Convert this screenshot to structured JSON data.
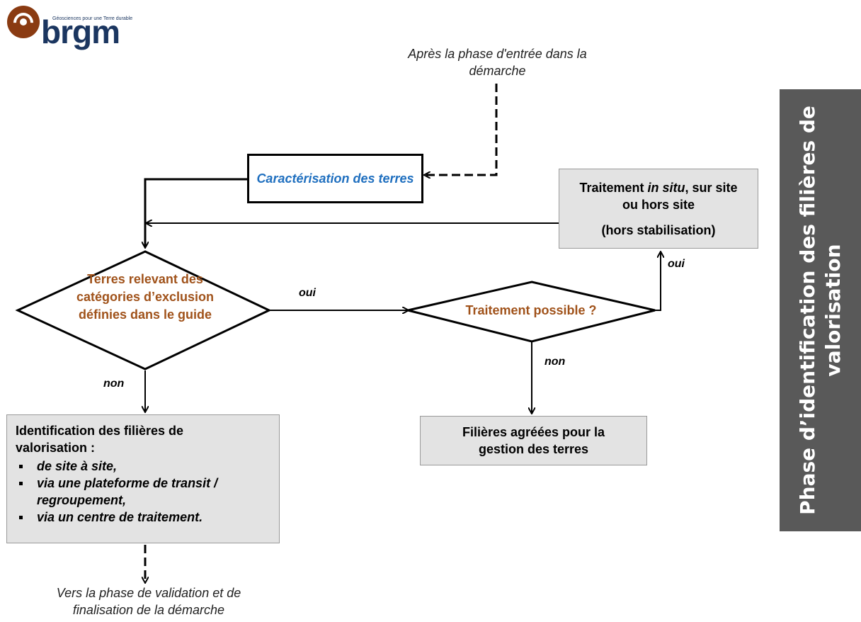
{
  "logo": {
    "wordmark": "brgm",
    "tagline": "Géosciences pour une Terre durable"
  },
  "notes": {
    "top": "Après la phase d'entrée dans la démarche",
    "bottom": "Vers la phase de validation et de finalisation de la démarche"
  },
  "nodes": {
    "caracterisation": "Caractérisation des terres",
    "decision_exclusion": "Terres relevant des catégories d’exclusion définies dans le guide",
    "decision_traitement": "Traitement possible ?",
    "traitement": {
      "before": "Traitement ",
      "italic": "in situ",
      "after": ", sur site ou hors site",
      "note": "(hors stabilisation)"
    },
    "identification": {
      "title": "Identification des filières de valorisation :",
      "items": [
        "de site à site,",
        "via une plateforme de transit / regroupement,",
        "via un centre de traitement."
      ]
    },
    "filieres": "Filières agréées pour la gestion des terres"
  },
  "edge_labels": {
    "exclusion_yes": "oui",
    "exclusion_no": "non",
    "traitement_yes": "oui",
    "traitement_no": "non"
  },
  "side_panel": {
    "text": "Phase d’identification des filières de valorisation",
    "color": "#595959"
  },
  "colors": {
    "blue_text": "#1f6fbf",
    "brown_text": "#a0521a",
    "grey_box": "#e3e3e3"
  }
}
